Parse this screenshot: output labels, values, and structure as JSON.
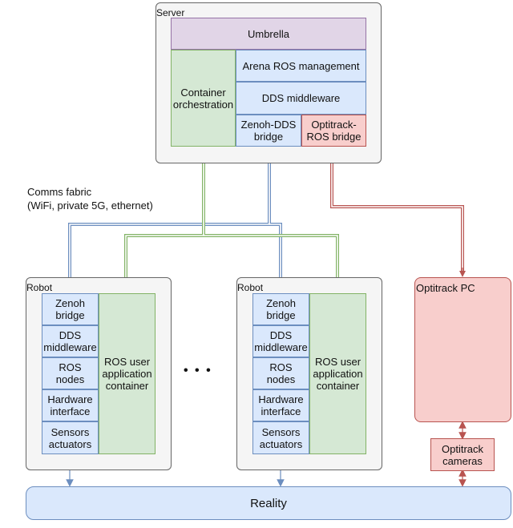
{
  "server": {
    "title": "Server",
    "umbrella": "Umbrella",
    "container_orchestration": "Container\norchestration",
    "arena": "Arena ROS management",
    "dds": "DDS middleware",
    "zenoh_dds": "Zenoh-DDS\nbridge",
    "optitrack_ros": "Optitrack-\nROS bridge"
  },
  "comms": {
    "line1": "Comms fabric",
    "line2": "(WiFi, private 5G, ethernet)"
  },
  "robots": [
    {
      "title": "Robot",
      "stack": [
        "Zenoh\nbridge",
        "DDS\nmiddleware",
        "ROS\nnodes",
        "Hardware\ninterface",
        "Sensors\nactuators"
      ],
      "container": "ROS user\napplication\ncontainer"
    },
    {
      "title": "Robot",
      "stack": [
        "Zenoh\nbridge",
        "DDS\nmiddleware",
        "ROS\nnodes",
        "Hardware\ninterface",
        "Sensors\nactuators"
      ],
      "container": "ROS user\napplication\ncontainer"
    }
  ],
  "ellipsis": "• • •",
  "optitrack_pc": "Optitrack PC",
  "optitrack_cameras": "Optitrack\ncameras",
  "reality": "Reality",
  "colors": {
    "blue_link": "#6c8ebf",
    "green_link": "#82b366",
    "red_link": "#b85450"
  }
}
